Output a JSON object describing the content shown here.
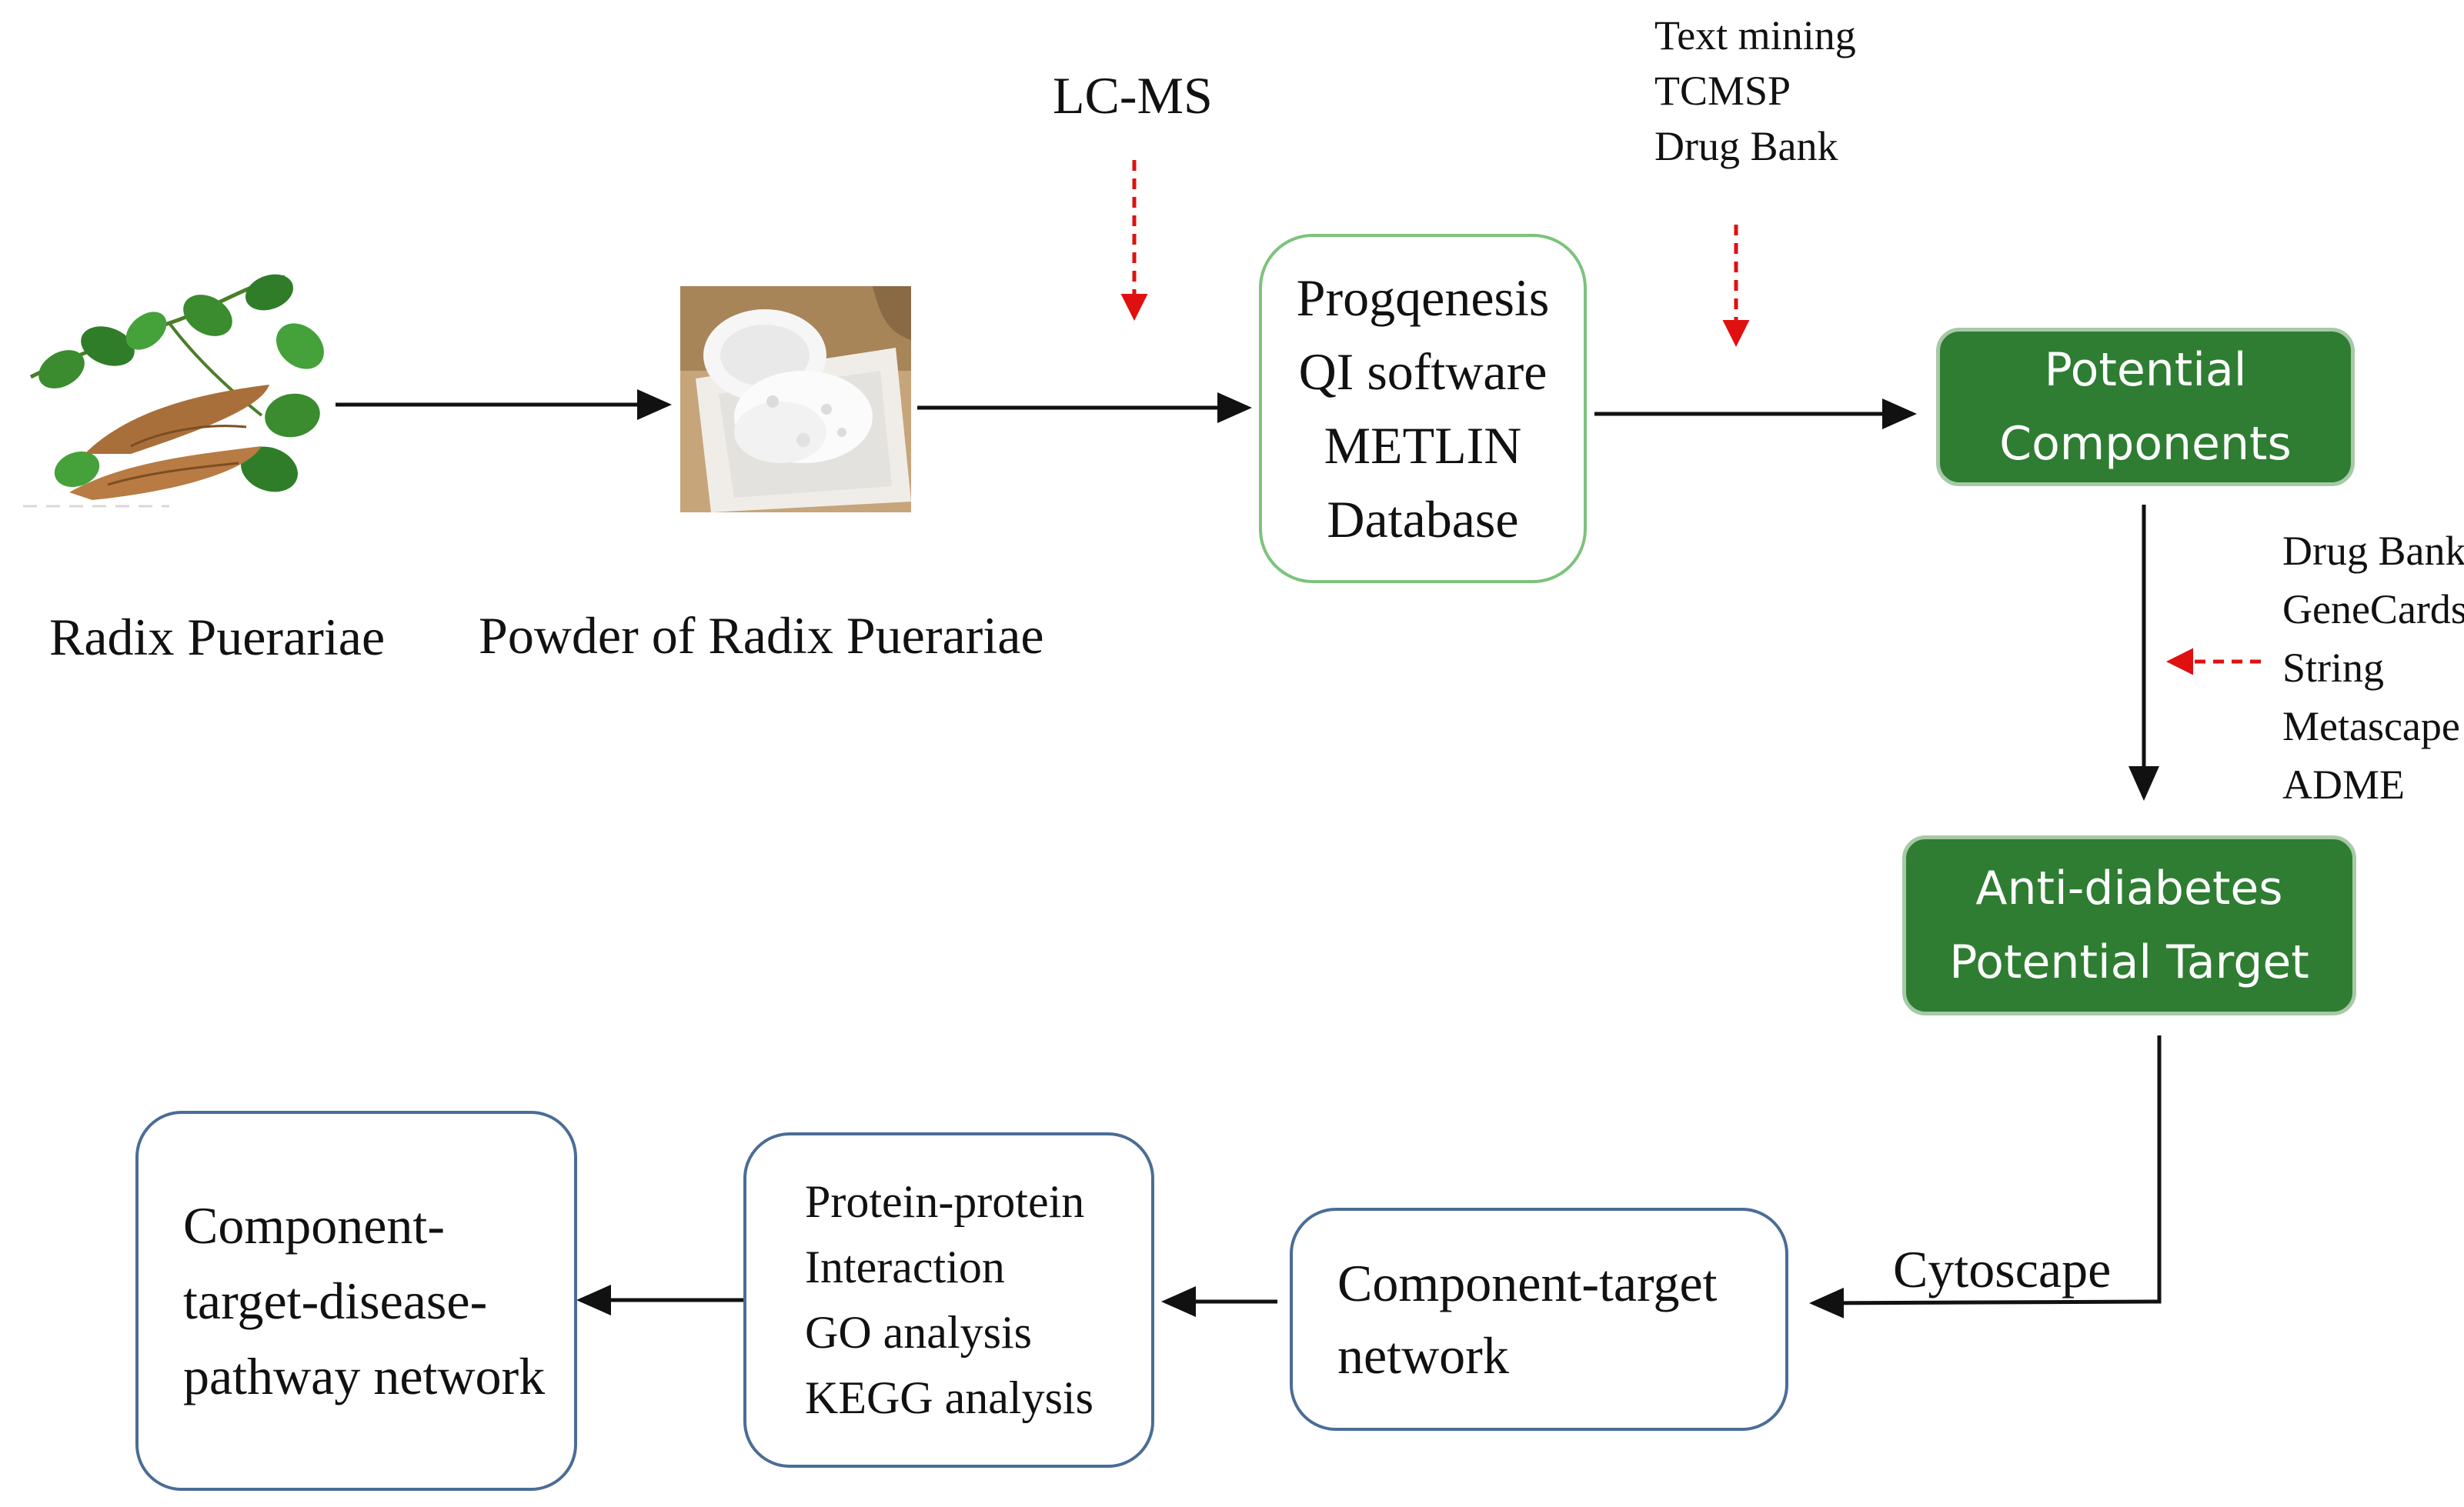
{
  "inputs": {
    "plant": {
      "label": "Radix Puerariae"
    },
    "powder": {
      "label": "Powder of Radix Puerariae"
    }
  },
  "annotations": {
    "lcms": "LC-MS",
    "text_mining_sources": [
      "Text mining",
      "TCMSP",
      "Drug Bank"
    ],
    "target_sources": [
      "Drug Bank",
      "GeneCards",
      "String",
      "Metascape",
      "ADME"
    ],
    "cytoscape": "Cytoscape"
  },
  "nodes": {
    "progenesis": {
      "lines": [
        "Progqenesis",
        "QI software",
        "METLIN",
        "Database"
      ]
    },
    "potential_components": {
      "lines": [
        "Potential",
        "Components"
      ]
    },
    "anti_diabetes": {
      "lines": [
        "Anti-diabetes",
        "Potential Target"
      ]
    },
    "component_target": {
      "lines": [
        "Component-target",
        "network"
      ]
    },
    "ppi": {
      "lines": [
        "Protein-protein",
        "Interaction",
        "GO analysis",
        "KEGG analysis"
      ]
    },
    "ctdp": {
      "lines": [
        "Component-",
        "target-disease-",
        "pathway network"
      ]
    }
  },
  "colors": {
    "filled_box": "#2e7d32",
    "filled_box_border": "#a7c9a8",
    "green_outline": "#7cc37c",
    "blue_outline": "#4a6d96",
    "arrow": "#111111",
    "dashed_arrow": "#e01010"
  }
}
